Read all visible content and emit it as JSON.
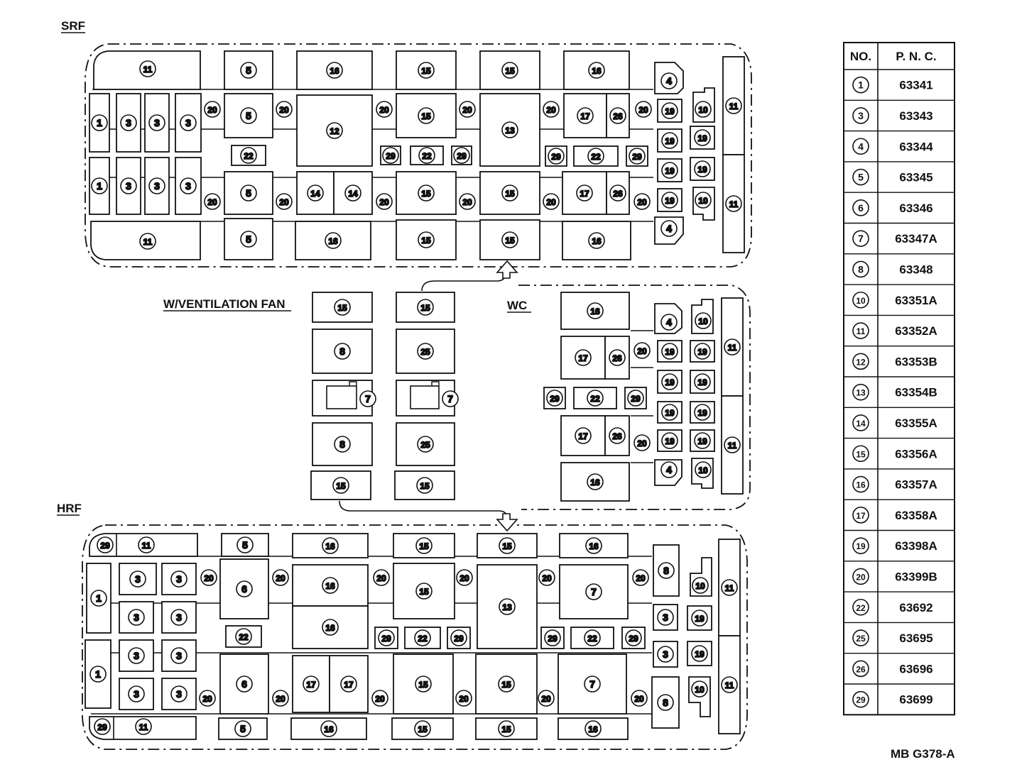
{
  "labels": {
    "srf": "SRF",
    "ventilation": "W/VENTILATION FAN",
    "wc": "WC",
    "hrf": "HRF",
    "figure_code": "MB G378-A"
  },
  "table": {
    "header_no": "NO.",
    "header_pnc": "P. N. C.",
    "rows": [
      {
        "no": "1",
        "pnc": "63341"
      },
      {
        "no": "3",
        "pnc": "63343"
      },
      {
        "no": "4",
        "pnc": "63344"
      },
      {
        "no": "5",
        "pnc": "63345"
      },
      {
        "no": "6",
        "pnc": "63346"
      },
      {
        "no": "7",
        "pnc": "63347A"
      },
      {
        "no": "8",
        "pnc": "63348"
      },
      {
        "no": "10",
        "pnc": "63351A"
      },
      {
        "no": "11",
        "pnc": "63352A"
      },
      {
        "no": "12",
        "pnc": "63353B"
      },
      {
        "no": "13",
        "pnc": "63354B"
      },
      {
        "no": "14",
        "pnc": "63355A"
      },
      {
        "no": "15",
        "pnc": "63356A"
      },
      {
        "no": "16",
        "pnc": "63357A"
      },
      {
        "no": "17",
        "pnc": "63358A"
      },
      {
        "no": "19",
        "pnc": "63398A"
      },
      {
        "no": "20",
        "pnc": "63399B"
      },
      {
        "no": "22",
        "pnc": "63692"
      },
      {
        "no": "25",
        "pnc": "63695"
      },
      {
        "no": "26",
        "pnc": "63696"
      },
      {
        "no": "29",
        "pnc": "63699"
      }
    ]
  }
}
